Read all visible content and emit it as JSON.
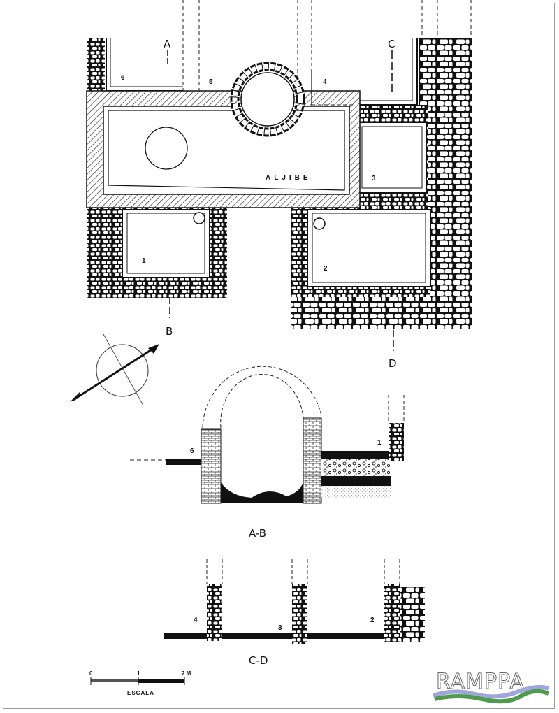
{
  "plan": {
    "section_markers": [
      "A",
      "B",
      "C",
      "D"
    ],
    "cistern_label": "ALJIBE",
    "room_numbers": [
      "1",
      "2",
      "3",
      "4",
      "5",
      "6"
    ]
  },
  "section_ab": {
    "title": "A-B",
    "labels": [
      "6",
      "1"
    ]
  },
  "section_cd": {
    "title": "C-D",
    "labels": [
      "4",
      "3",
      "2"
    ]
  },
  "scale": {
    "ticks": [
      "0",
      "1",
      "2 M"
    ],
    "label": "ESCALA"
  },
  "logo": {
    "text": "RAMPPA",
    "colors": {
      "wave_top": "#9ea6dc",
      "wave_bottom": "#4f9a4c"
    }
  }
}
